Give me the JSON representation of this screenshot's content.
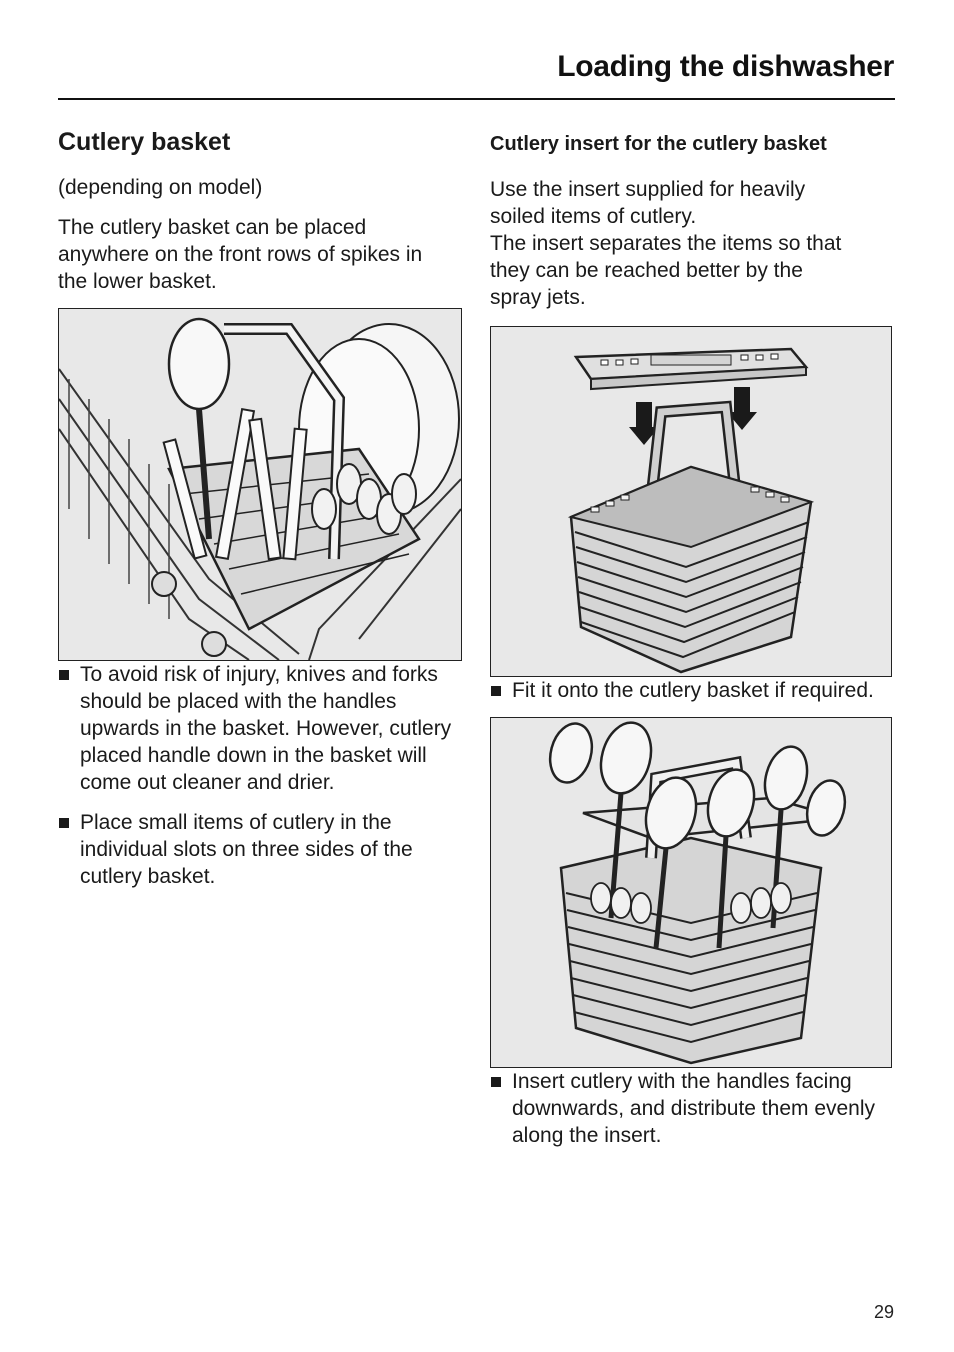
{
  "header": {
    "title": "Loading the dishwasher"
  },
  "left": {
    "heading": "Cutlery basket",
    "note": "(depending on model)",
    "intro_lines": [
      "The cutlery basket can be placed",
      "anywhere on the front rows of spikes in",
      "the lower basket."
    ],
    "bullets": [
      "To avoid risk of injury, knives and forks should be placed with the handles upwards in the basket. However, cutlery placed handle down in the basket will come out cleaner and drier.",
      "Place small items of cutlery in the individual slots on three sides of the cutlery basket."
    ]
  },
  "right": {
    "heading": "Cutlery insert for the cutlery basket",
    "p1_lines": [
      "Use the insert supplied for heavily",
      "soiled items of cutlery."
    ],
    "p2_lines": [
      "The insert separates the items so that",
      "they can be reached better by the",
      "spray jets."
    ],
    "bullet_fit": "Fit it onto the cutlery basket if required.",
    "bullet_insert": "Insert cutlery with the handles facing downwards, and distribute them evenly along the insert."
  },
  "footer": {
    "page_number": "29"
  }
}
